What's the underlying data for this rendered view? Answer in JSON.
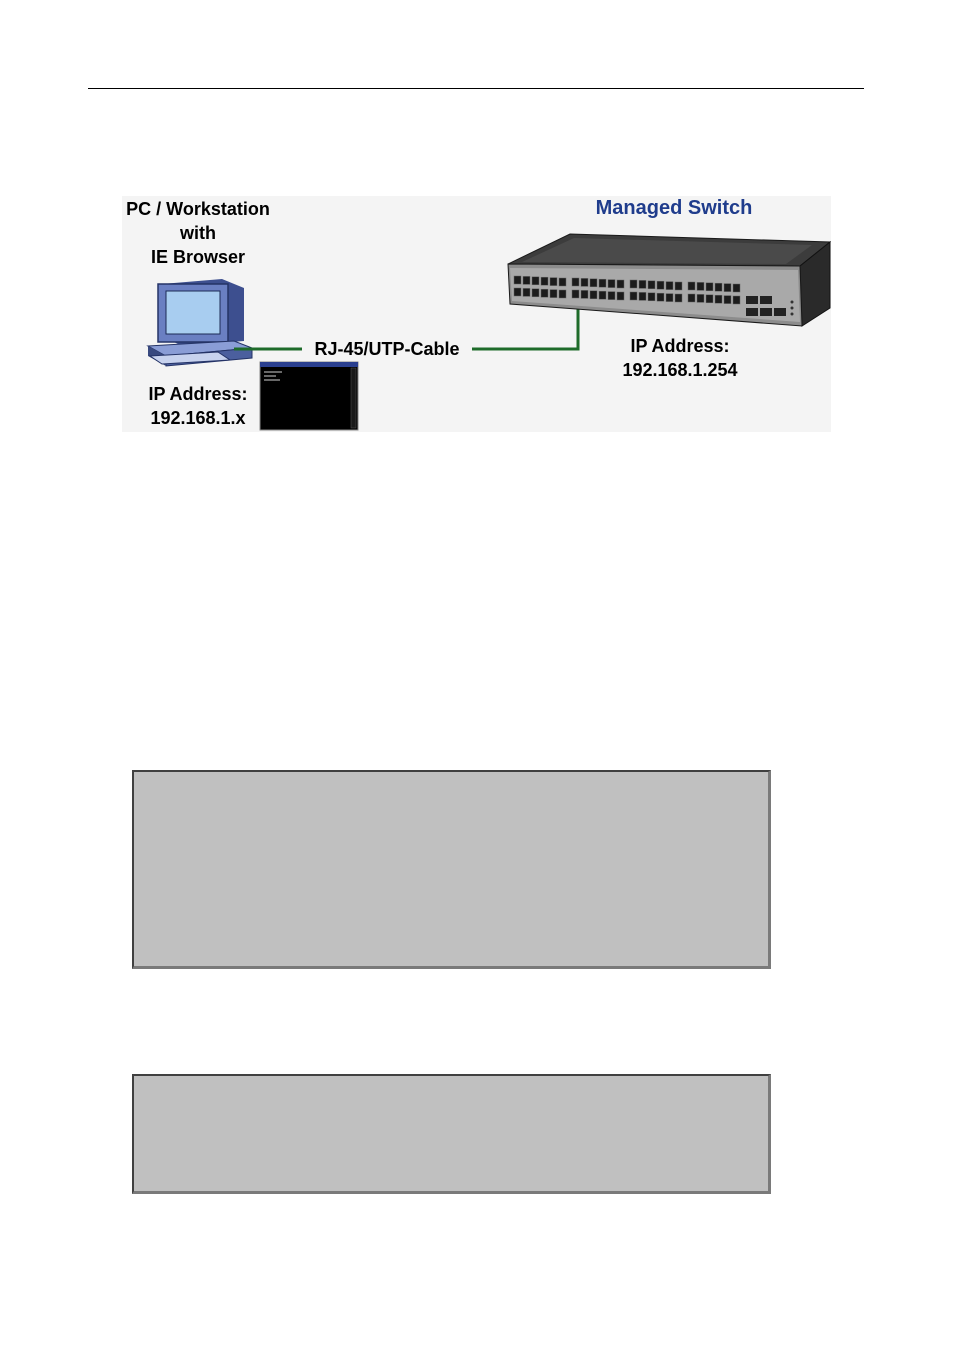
{
  "figure": {
    "pc_label_line1": "PC / Workstation",
    "pc_label_line2": "with",
    "pc_label_line3": "IE Browser",
    "pc_ip_label": "IP Address:",
    "pc_ip_value": "192.168.1.x",
    "cable_label": "RJ-45/UTP-Cable",
    "switch_title": "Managed Switch",
    "switch_ip_label": "IP Address:",
    "switch_ip_value": "192.168.1.254",
    "colors": {
      "cable": "#1e6b2a",
      "switch_title": "#1f3c8c",
      "monitor_screen": "#9fc6ee",
      "monitor_body": "#5a6fb0"
    }
  },
  "console_boxes": [
    {
      "lines": []
    },
    {
      "lines": []
    }
  ]
}
